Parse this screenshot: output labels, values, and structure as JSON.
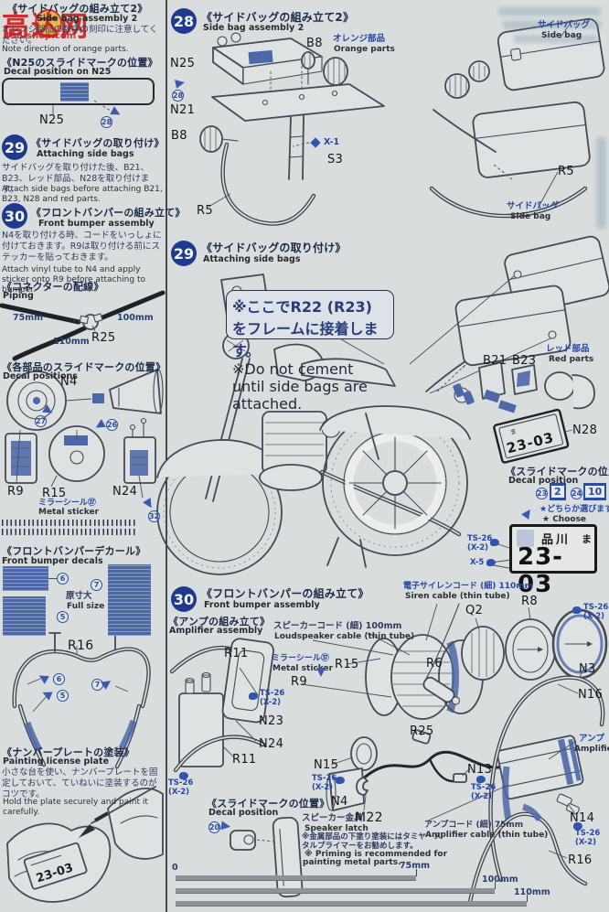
{
  "watermark": {
    "title": "高达网",
    "url": "498-shop.com"
  },
  "left": {
    "s28note": {
      "h_jp": "《サイドバッグの組み立て2》",
      "h_en": "Side bag assembly 2",
      "b_jp": "オレンジ部品の数字の刻印に注意してください。",
      "b_en": "Note direction of orange parts."
    },
    "n25box": {
      "h_jp": "《N25のスライドマークの位置》",
      "h_en": "Decal position on N25",
      "part": "N25",
      "ref": "28"
    },
    "s29": {
      "num": "29",
      "h_jp": "《サイドバッグの取り付け》",
      "h_en": "Attaching side bags",
      "b_jp": "サイドバッグを取り付けた後、B21、B23、レッド部品、N28を取り付けます。",
      "b_en": "Attach side bags before attaching B21, B23, N28 and red parts."
    },
    "s30": {
      "num": "30",
      "h_jp": "《フロントバンパーの組み立て》",
      "h_en": "Front bumper assembly",
      "b_jp": "N4を取り付ける時、コードをいっしょに付けておきます。R9は取り付ける前にステッカーを貼っておきます。",
      "b_en": "Attach vinyl tube to N4 and apply sticker onto R9 before attaching to bumper."
    },
    "piping": {
      "h_jp": "《コネクターの配線》",
      "h_en": "Piping",
      "l75": "75mm",
      "l110": "110mm",
      "l100": "100mm",
      "part": "R25"
    },
    "decals": {
      "h_jp": "《各部品のスライドマークの位置》",
      "h_en": "Decal positions",
      "n4": "N4",
      "r9": "R9",
      "r15": "R15",
      "n24": "N24",
      "sticker_jp": "ミラーシール㊲",
      "sticker_en": "Metal sticker",
      "ref27": "27",
      "ref26": "26",
      "ref32": "32"
    },
    "bumper": {
      "h_jp": "《フロントバンパーデカール》",
      "h_en": "Front bumper decals",
      "full_jp": "原寸大",
      "full_en": "Full size",
      "part": "R16",
      "d6": "6",
      "d5": "5",
      "d7": "7"
    },
    "plate": {
      "h_jp": "《ナンバープレートの塗装》",
      "h_en": "Painting license plate",
      "b_jp": "小さな台を使い、ナンバープレートを固定しておいて、ていねいに塗装するのがコツです。",
      "b_en": "Hold the plate securely and paint it carefully.",
      "num": "23-03"
    }
  },
  "s28": {
    "num": "28",
    "h_jp": "《サイドバッグの組み立て2》",
    "h_en": "Side bag assembly 2",
    "n25": "N25",
    "n21": "N21",
    "b8": "B8",
    "orange_jp": "オレンジ部品",
    "orange_en": "Orange parts",
    "x1": "X-1",
    "s3": "S3",
    "r5": "R5",
    "ref": "28",
    "sidebag_jp": "サイドバッグ",
    "sidebag_en": "Side bag"
  },
  "s29": {
    "num": "29",
    "h_jp": "《サイドバッグの取り付け》",
    "h_en": "Attaching side bags",
    "note_jp": "※ここでR22 (R23) をフレームに接着します。",
    "note_en": "※Do not cement until side bags are attached.",
    "b21": "B21",
    "b23": "B23",
    "red_jp": "レッド部品",
    "red_en": "Red parts",
    "n28": "N28",
    "r5": "R5",
    "decal_jp": "《スライドマークの位置》",
    "decal_en": "Decal position",
    "ref23": "23",
    "v23": "2",
    "ref24": "24",
    "v24": "10",
    "choose_jp": "★どちらか選びます。",
    "choose_en": "★ Choose one.",
    "plate_city": "品川",
    "plate_kana": "ま",
    "plate_num": "23-03",
    "ts26": "TS-26",
    "x2": "(X-2)",
    "x5": "X-5"
  },
  "s30": {
    "num": "30",
    "h_jp": "《フロントバンパーの組み立て》",
    "h_en": "Front bumper assembly",
    "amp_jp": "《アンプの組み立て》",
    "amp_en": "Amplifier assembly",
    "spk_jp": "スピーカーコード (細) 100mm",
    "spk_en": "Loudspeaker cable (thin tube)",
    "siren_jp": "電子サイレンコード (細) 110mm",
    "siren_en": "Siren cable (thin tube)",
    "ampc_jp": "アンプコード (細) 75mm",
    "ampc_en": "Amplifier cable (thin tube)",
    "sticker_jp": "ミラーシール㊲",
    "sticker_en": "Metal sticker",
    "amp2_jp": "アンプ",
    "amp2_en": "Amplifier",
    "latch_jp": "スピーカー金具",
    "latch_part": "M22",
    "latch_en": "Speaker latch",
    "prime_jp": "※金属部品の下塗り塗装にはタミヤ・メタルプライマーをお勧めします。",
    "prime_en1": "※ Priming is recommended for",
    "prime_en2": "painting metal parts.",
    "decal_jp": "《スライドマークの位置》",
    "decal_en": "Decal position",
    "ref20": "20",
    "ts26": "TS-26",
    "x2": "(X-2)",
    "r11": "R11",
    "n23": "N23",
    "n24": "N24",
    "r9": "R9",
    "r15": "R15",
    "q2": "Q2",
    "r8": "R8",
    "r6": "R6",
    "n3": "N3",
    "n16": "N16",
    "n15": "N15",
    "n4": "N4",
    "n13": "N13",
    "n14": "N14",
    "r16": "R16",
    "r25": "R25"
  },
  "ruler": {
    "zero": "0",
    "l75": "75mm",
    "l100": "100mm",
    "l110": "110mm"
  }
}
